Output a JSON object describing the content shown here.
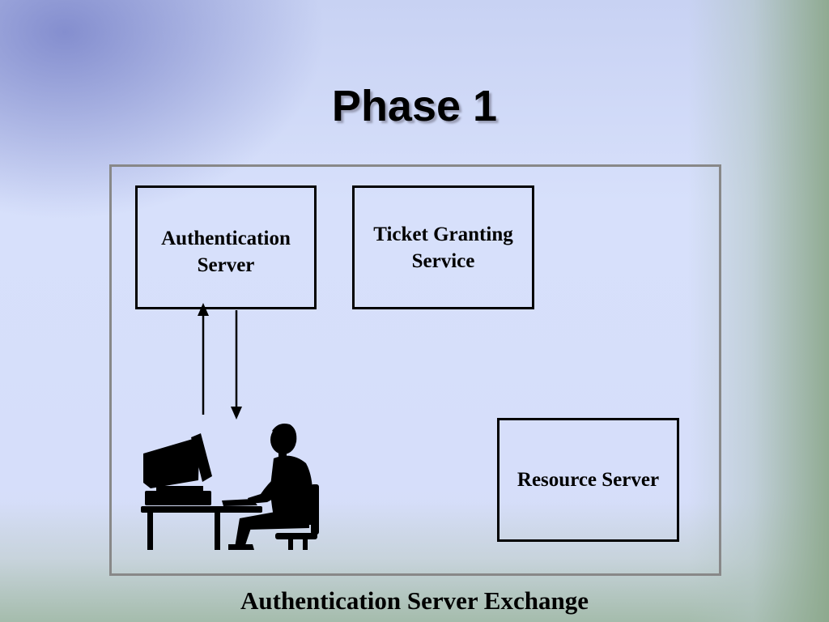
{
  "slide": {
    "title": "Phase 1",
    "caption": "Authentication Server Exchange"
  },
  "diagram": {
    "nodes": [
      {
        "id": "authentication-server",
        "label": "Authentication\nServer"
      },
      {
        "id": "ticket-granting-service",
        "label": "Ticket Granting\nService"
      },
      {
        "id": "resource-server",
        "label": "Resource Server"
      }
    ],
    "edges": [
      {
        "from": "client-workstation",
        "to": "authentication-server"
      },
      {
        "from": "authentication-server",
        "to": "client-workstation"
      }
    ],
    "icons": [
      "computer-user-icon"
    ]
  }
}
